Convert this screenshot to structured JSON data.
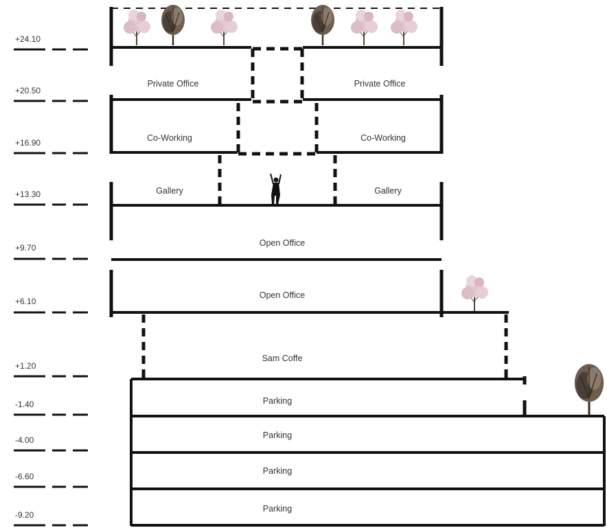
{
  "levels": [
    "+24.10",
    "+20.50",
    "+16.90",
    "+13.30",
    "+9.70",
    "+6.10",
    "+1.20",
    "-1.40",
    "-4.00",
    "-6.60",
    "-9.20"
  ],
  "rooms": {
    "private_office_left": "Private Office",
    "private_office_right": "Private Office",
    "coworking_left": "Co-Working",
    "coworking_right": "Co-Working",
    "gallery_left": "Gallery",
    "gallery_right": "Gallery",
    "open_office_upper": "Open Office",
    "open_office_lower": "Open Office",
    "cafe": "Sam Coffe",
    "parking_1": "Parking",
    "parking_2": "Parking",
    "parking_3": "Parking",
    "parking_4": "Parking"
  },
  "colors": {
    "structure": "#111111",
    "tree_canopy": "#e3c7cf",
    "tree_trunk": "#5a4638",
    "dark_tree": "#3b3128"
  },
  "icons": [
    "tree-icon",
    "person-icon"
  ]
}
